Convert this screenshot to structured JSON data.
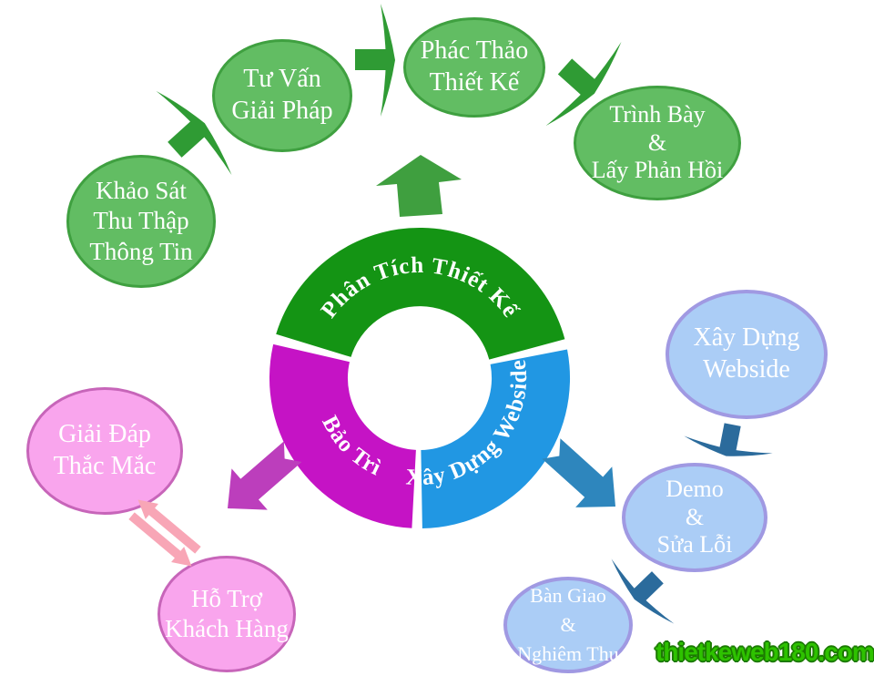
{
  "watermark": {
    "text": "thietkeweb180.com",
    "color": "#2ec200",
    "outline_color": "#1b7a00"
  },
  "donut": {
    "segments": [
      {
        "id": "phan-tich-thiet-ke",
        "label": "Phân Tích Thiết Kế",
        "color": "#149414"
      },
      {
        "id": "xay-dung-webside",
        "label": "Xây Dựng Webside",
        "color": "#2197e3"
      },
      {
        "id": "bao-tri",
        "label": "Bảo Trì",
        "color": "#c513c5"
      }
    ]
  },
  "nodes": [
    {
      "id": "khao-sat",
      "lines": [
        "Khảo Sát",
        "Thu Thập",
        "Thông Tin"
      ],
      "fill": "#62bd63",
      "border": "#3fa040"
    },
    {
      "id": "tu-van",
      "lines": [
        "Tư Vấn",
        "Giải Pháp"
      ],
      "fill": "#62bd63",
      "border": "#3fa040"
    },
    {
      "id": "phac-thao",
      "lines": [
        "Phác Thảo",
        "Thiết Kế"
      ],
      "fill": "#62bd63",
      "border": "#3fa040"
    },
    {
      "id": "trinh-bay",
      "lines": [
        "Trình Bày",
        "&",
        "Lấy Phản Hồi"
      ],
      "fill": "#62bd63",
      "border": "#3fa040"
    },
    {
      "id": "xay-dung",
      "lines": [
        "Xây Dựng",
        "Webside"
      ],
      "fill": "#abcdf6",
      "border": "#a099e2"
    },
    {
      "id": "demo",
      "lines": [
        "Demo",
        "&",
        "Sửa Lỗi"
      ],
      "fill": "#abcdf6",
      "border": "#a099e2"
    },
    {
      "id": "ban-giao",
      "lines": [
        "Bàn Giao",
        "&",
        "Nghiêm Thu"
      ],
      "fill": "#abcdf6",
      "border": "#a099e2"
    },
    {
      "id": "giai-dap",
      "lines": [
        "Giải Đáp",
        "Thắc Mắc"
      ],
      "fill": "#f9a5ed",
      "border": "#c765b9"
    },
    {
      "id": "ho-tro",
      "lines": [
        "Hỗ Trợ",
        "Khách Hàng"
      ],
      "fill": "#f9a5ed",
      "border": "#c765b9"
    }
  ],
  "arrows": {
    "green_block": "#3f9f3f",
    "green_bolt": "#2f9b34",
    "dark_blue_bolt": "#2b6b9c",
    "blue_block": "#2e86bd",
    "magenta_block": "#bc3ebc",
    "pink_double": "#f8a6b6"
  }
}
